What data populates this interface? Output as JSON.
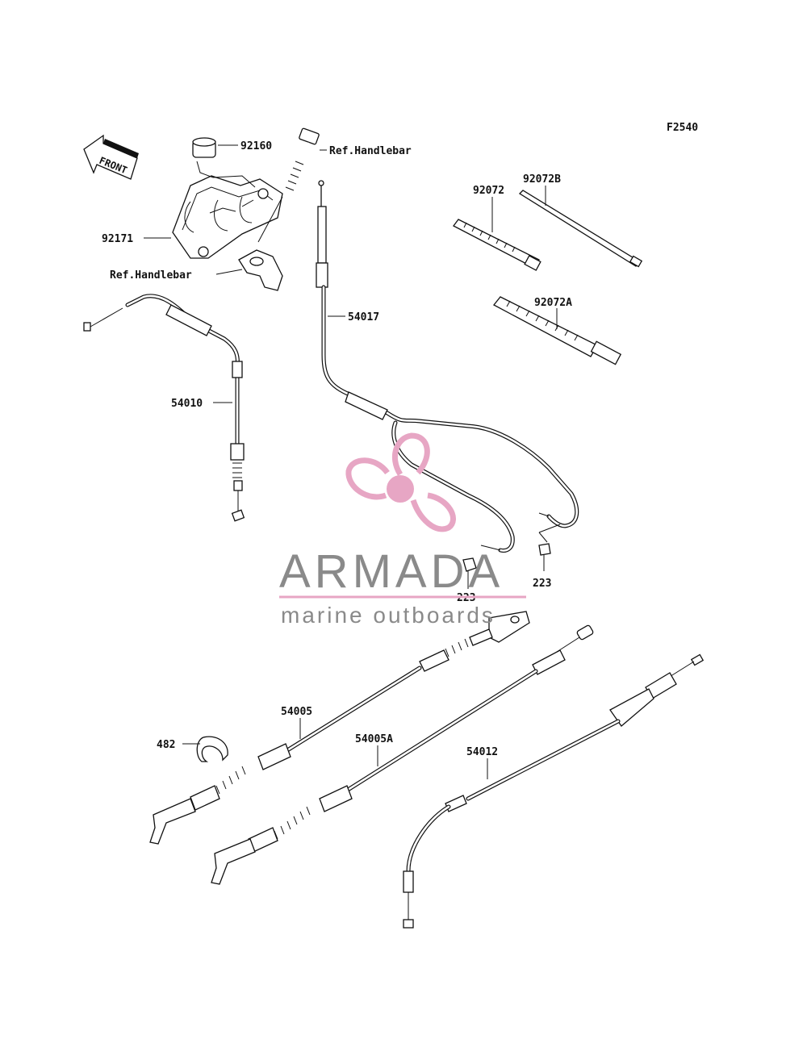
{
  "figure_code": "F2540",
  "front_arrow_label": "FRONT",
  "labels": {
    "p92160": "92160",
    "ref_handlebar_top": "Ref.Handlebar",
    "p92171": "92171",
    "ref_handlebar_left": "Ref.Handlebar",
    "p92072B": "92072B",
    "p92072": "92072",
    "p92072A": "92072A",
    "p54017": "54017",
    "p54010": "54010",
    "p223_left": "223",
    "p223_right": "223",
    "p54005": "54005",
    "p54005A": "54005A",
    "p54012": "54012",
    "p482": "482"
  },
  "watermark": {
    "title": "ARMADA",
    "subtitle": "marine outboards",
    "accent_color": "#e7a6c4",
    "text_color": "#8a8a8a"
  }
}
